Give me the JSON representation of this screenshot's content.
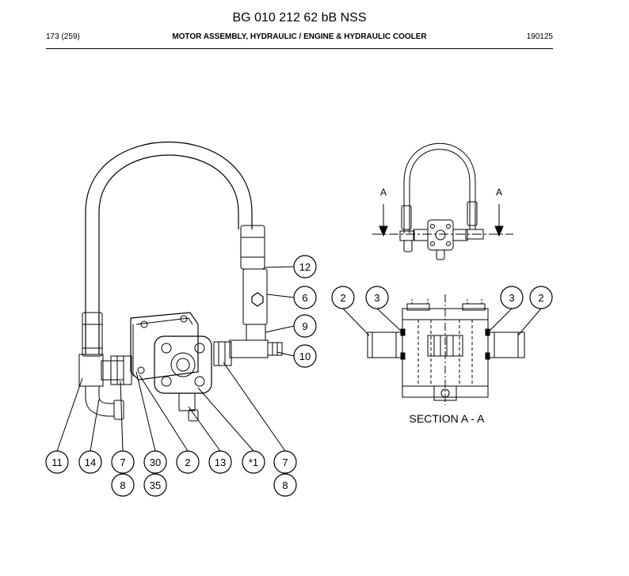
{
  "header": {
    "doc_code": "BG 010 212 62 bB NSS",
    "page_ref": "173 (259)",
    "title": "MOTOR ASSEMBLY, HYDRAULIC / ENGINE & HYDRAULIC COOLER",
    "date_code": "190125"
  },
  "drawing": {
    "callouts": {
      "c12": "12",
      "c6": "6",
      "c9": "9",
      "c10": "10",
      "c11": "11",
      "c14": "14",
      "c7a": "7",
      "c8a": "8",
      "c30": "30",
      "c35": "35",
      "c2a": "2",
      "c13": "13",
      "c1": "*1",
      "c7b": "7",
      "c8b": "8",
      "s2l": "2",
      "s3l": "3",
      "s3r": "3",
      "s2r": "2"
    },
    "section_marker_left": "A",
    "section_marker_right": "A",
    "section_caption": "SECTION A - A"
  }
}
